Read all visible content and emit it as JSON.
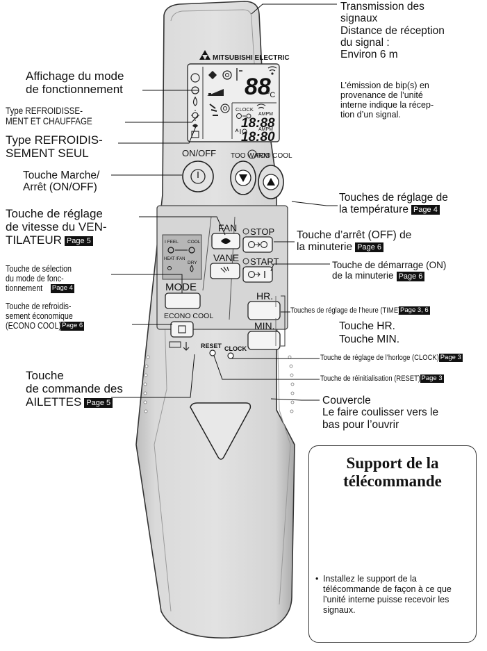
{
  "brand": {
    "name": "MITSUBISHI ELECTRIC"
  },
  "display": {
    "temperature": "88",
    "unit": "°C",
    "clock_label": "CLOCK",
    "ampm": "AMPM",
    "time_top": "18:88",
    "time_bottom": "18:80"
  },
  "buttons": {
    "on_off": "ON/OFF",
    "too_warm": "TOO WARM",
    "too_cool": "TOO COOL",
    "fan": "FAN",
    "vane": "VANE",
    "mode": "MODE",
    "econo_cool": "ECONO COOL",
    "stop": "STOP",
    "start": "START",
    "hr": "HR.",
    "min": "MIN.",
    "reset": "RESET",
    "clock": "CLOCK",
    "mode_icons": {
      "ifeel": "I FEEL",
      "cool": "COOL",
      "heat_fan": "HEAT /FAN",
      "dry": "DRY"
    }
  },
  "callouts": {
    "transmission": [
      "Transmission des",
      "signaux",
      "Distance de réception",
      "du signal :",
      "Environ 6 m"
    ],
    "beep_note": [
      "L’émission de bip(s) en",
      "provenance de l’unité",
      "interne indique la récep-",
      "tion d’un signal."
    ],
    "mode_display": [
      "Affichage du mode",
      "de fonctionnement"
    ],
    "cool_heat_type": [
      "Type REFROIDISSE-",
      "MENT ET CHAUFFAGE"
    ],
    "cool_only_type": [
      "Type REFROIDIS-",
      "SEMENT SEUL"
    ],
    "on_off": [
      "Touche Marche/",
      "Arrêt (ON/OFF)"
    ],
    "temp": [
      "Touches de réglage de",
      "la température"
    ],
    "temp_page": "Page 4",
    "fan_speed": [
      "Touche de réglage",
      "de vitesse du VEN-",
      "TILATEUR"
    ],
    "fan_page": "Page 5",
    "timer_off": [
      "Touche d’arrêt (OFF) de",
      "la minuterie"
    ],
    "timer_off_page": "Page 6",
    "timer_on": [
      "Touche de démarrage (ON)",
      "de la minuterie"
    ],
    "timer_on_page": "Page 6",
    "mode_select": [
      "Touche de sélection",
      "du mode de fonc-",
      "tionnement"
    ],
    "mode_page": "Page 4",
    "time_set": "Touches de réglage de l’heure (TIME)",
    "time_set_page": "Page 3, 6",
    "hr_key": "Touche HR.",
    "min_key": "Touche MIN.",
    "econo": [
      "Touche de refroidis-",
      "sement économique",
      "(ECONO COOL)"
    ],
    "econo_page": "Page 6",
    "clock_key": "Touche de réglage de l’horloge (CLOCK)",
    "clock_page": "Page 3",
    "vane": [
      "Touche",
      "de commande des",
      "AILETTES"
    ],
    "vane_page": "Page 5",
    "reset_key": "Touche de réinitialisation (RESET)",
    "reset_page": "Page 3",
    "cover": [
      "Couvercle",
      "Le faire coulisser vers le",
      "bas pour l’ouvrir"
    ]
  },
  "holder": {
    "title": [
      "Support de la",
      "télécommande"
    ],
    "note": "Installez le support de la télécommande de façon à ce que l’unité interne puisse recevoir les signaux."
  }
}
